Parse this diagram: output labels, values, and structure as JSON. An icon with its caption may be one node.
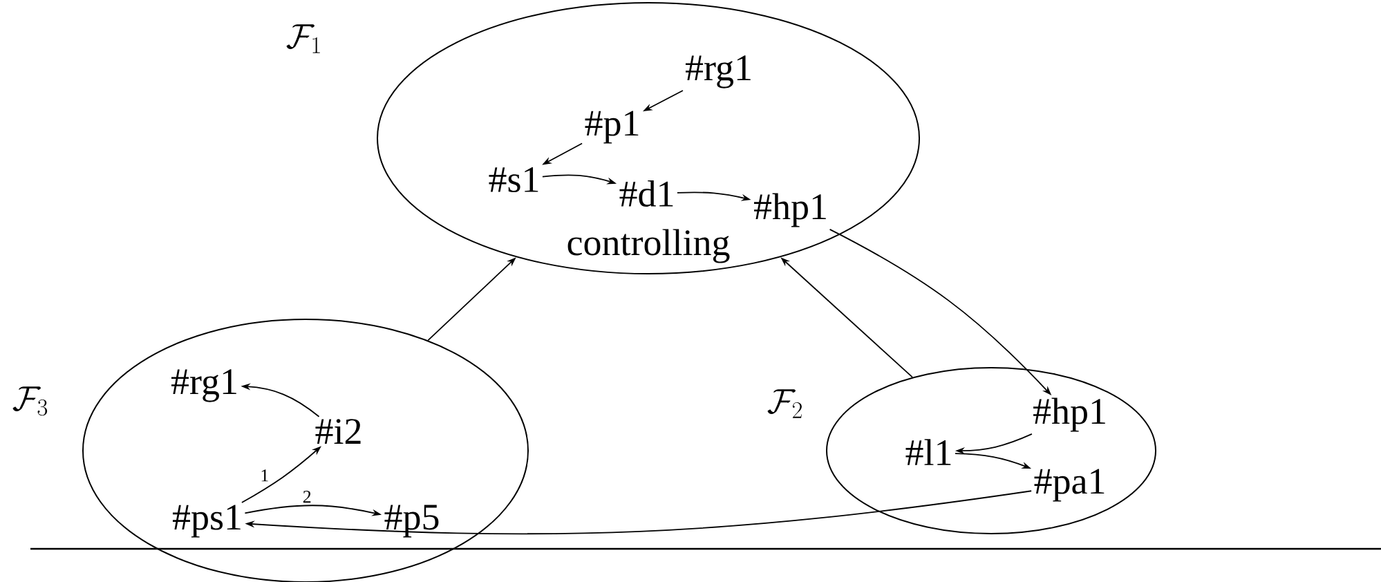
{
  "diagram": {
    "nodes": [
      {
        "text": [
          "\\mathcal{F}_1",
          "controlling"
        ]
      },
      {
        "text": [
          "#rg1"
        ],
        "in": 0
      },
      {
        "text": [
          "#p1"
        ],
        "in": 0
      },
      {
        "text": [
          "#s1"
        ],
        "in": 0
      },
      {
        "text": [
          "#d1"
        ],
        "in": 0
      },
      {
        "text": [
          "#hp1"
        ],
        "in": 0
      },
      {
        "text": [
          "\\mathcal{F}_3"
        ]
      },
      {
        "text": [
          "#rg1"
        ],
        "in": 6
      },
      {
        "text": [
          "#i2"
        ],
        "in": 6
      },
      {
        "text": [
          "#ps1"
        ],
        "in": 6
      },
      {
        "text": [
          "#p5"
        ],
        "in": 6
      },
      {
        "text": [
          "\\mathcal{F}_2"
        ]
      },
      {
        "text": [
          "#hp1"
        ],
        "in": 11
      },
      {
        "text": [
          "#l1"
        ],
        "in": 11
      },
      {
        "text": [
          "#pa1"
        ],
        "in": 11
      }
    ],
    "edges": [
      {
        "from": 1,
        "to": 2,
        "arrow": "to"
      },
      {
        "from": 2,
        "to": 3,
        "arrow": "to"
      },
      {
        "from": 3,
        "to": 4,
        "arrow": "to"
      },
      {
        "from": 4,
        "to": 5,
        "arrow": "to"
      },
      {
        "from": 6,
        "to": 0,
        "arrow": "to"
      },
      {
        "from": 11,
        "to": 0,
        "arrow": "to"
      },
      {
        "from": 5,
        "to": 12,
        "arrow": "to"
      },
      {
        "from": 8,
        "to": 7,
        "arrow": "to"
      },
      {
        "from": 9,
        "to": 8,
        "arrow": "to",
        "label": "1"
      },
      {
        "from": 9,
        "to": 10,
        "arrow": "to",
        "label": "2"
      },
      {
        "from": 12,
        "to": 13,
        "arrow": "to"
      },
      {
        "from": 13,
        "to": 14,
        "arrow": "to"
      },
      {
        "from": 14,
        "to": 9,
        "arrow": "to"
      }
    ]
  }
}
